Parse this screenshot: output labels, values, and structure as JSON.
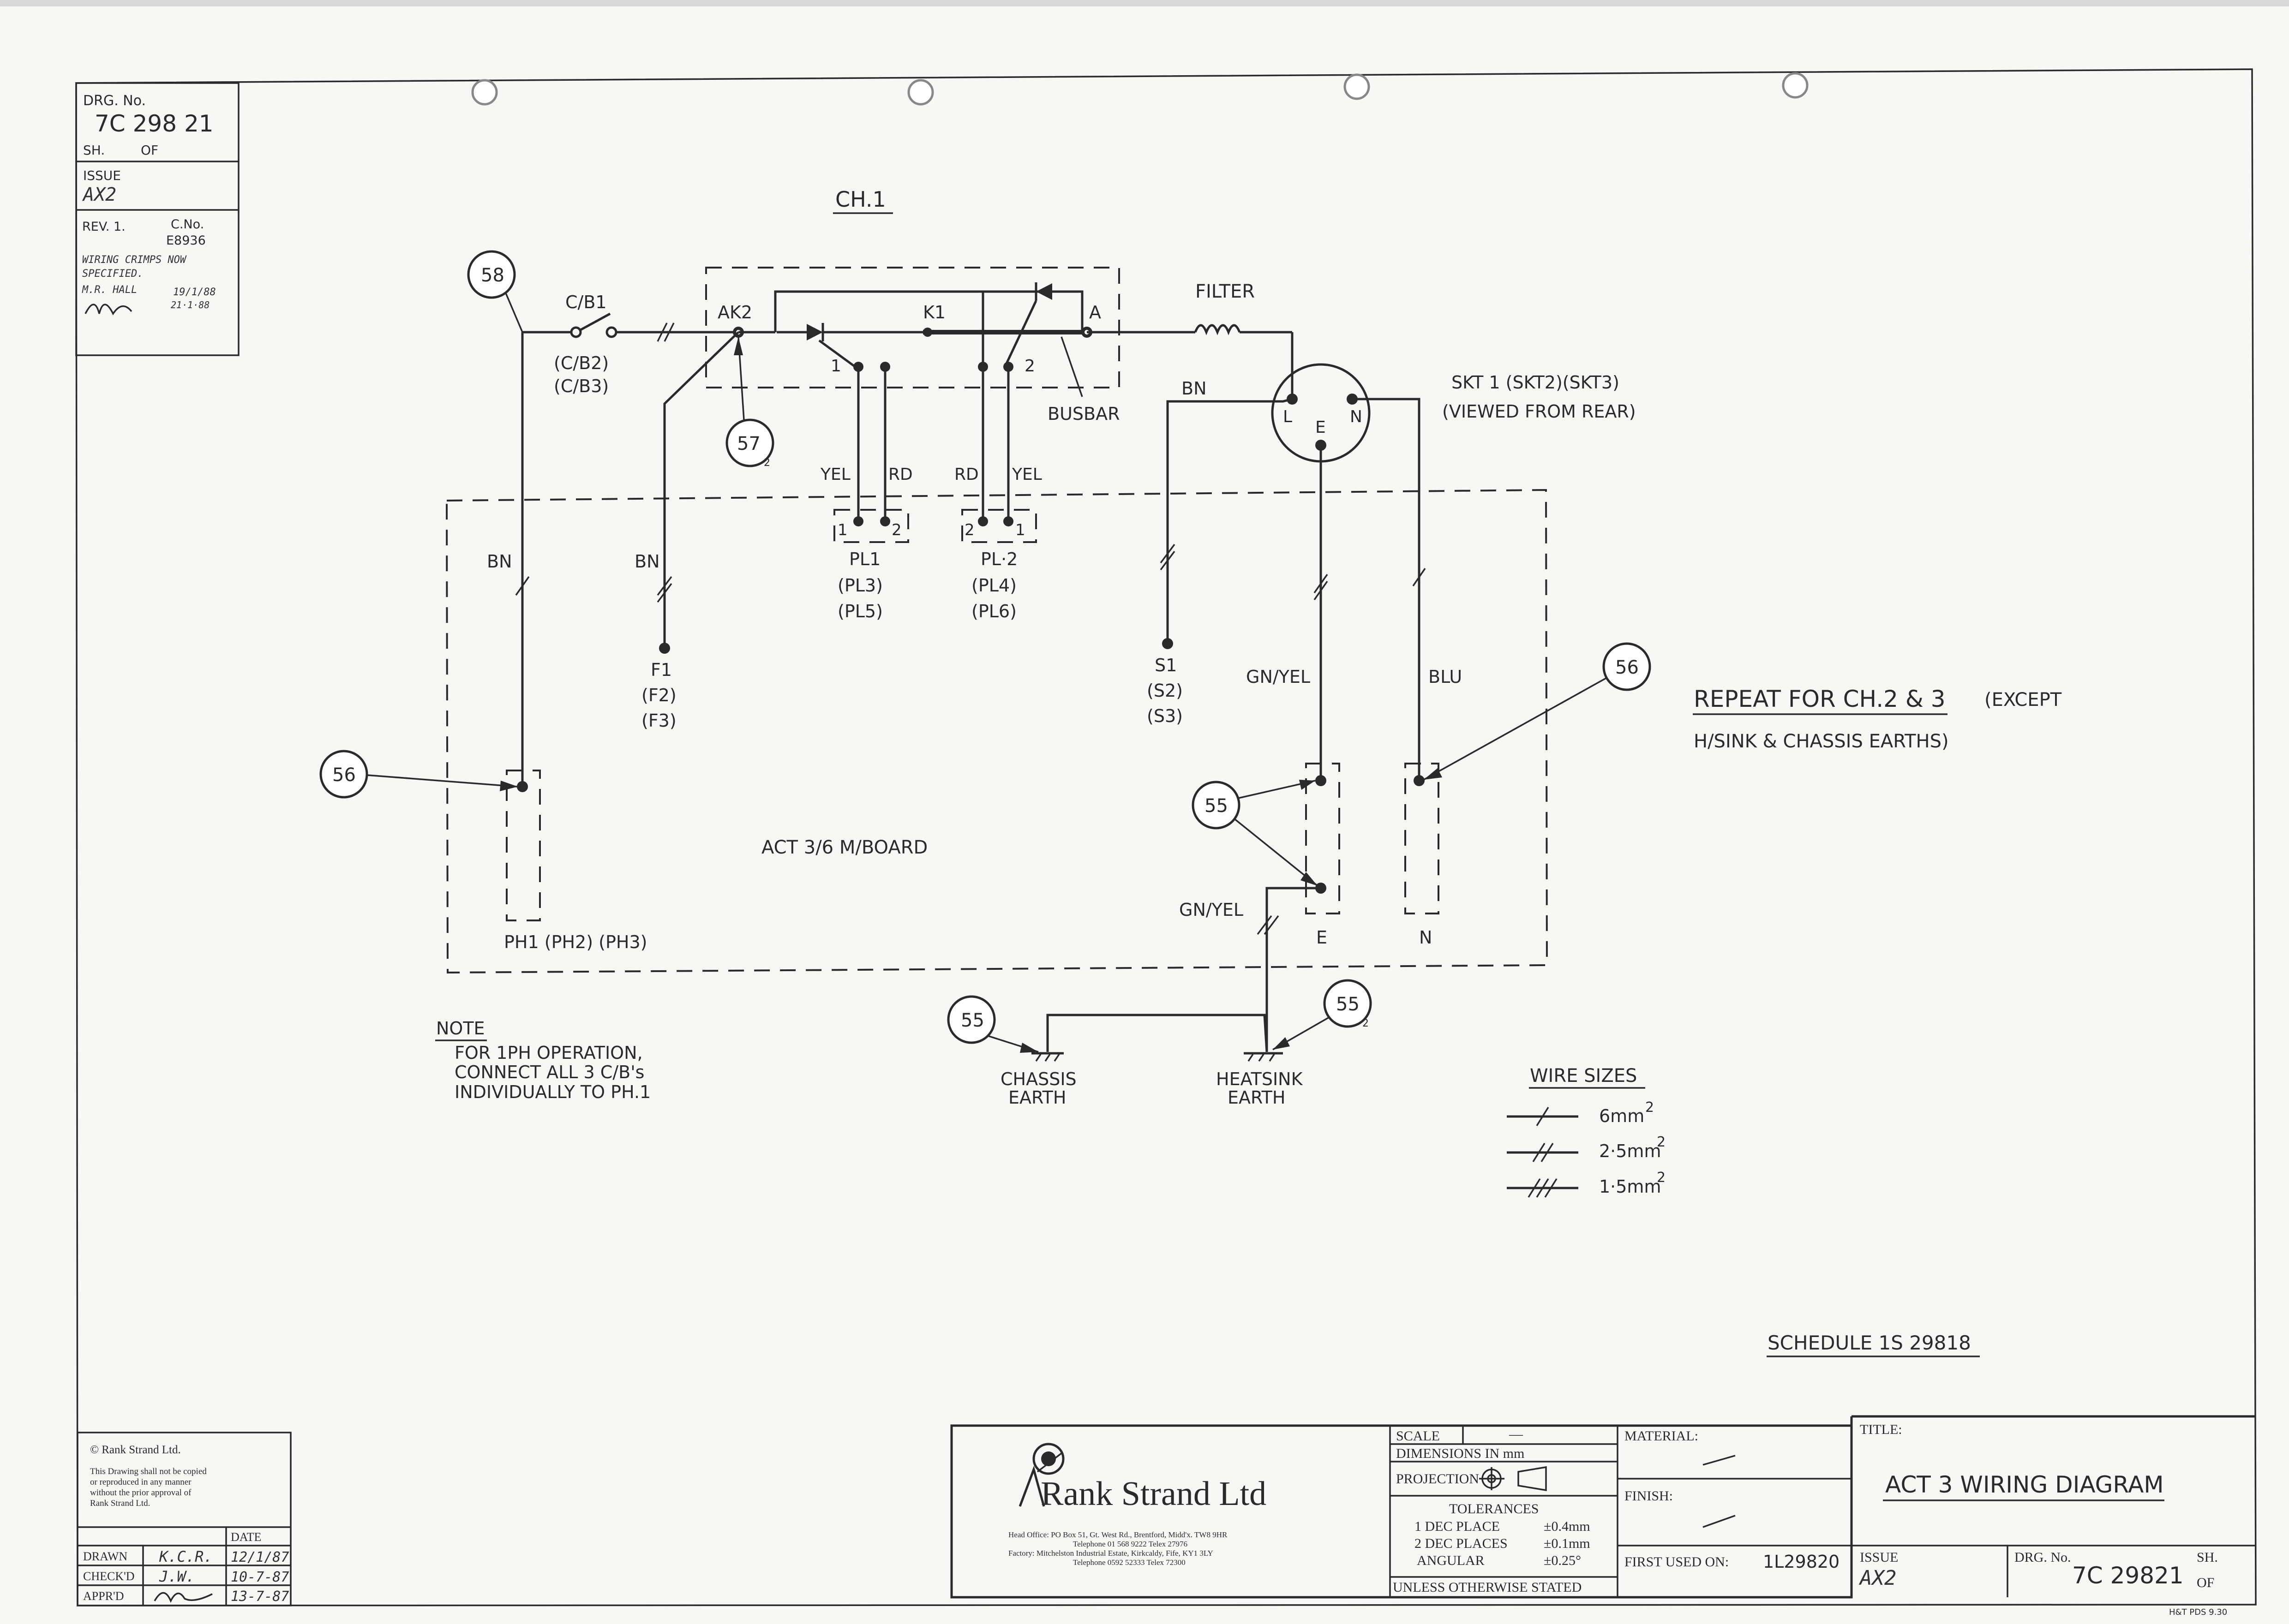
{
  "title_block": {
    "drg_label": "DRG. No.",
    "drg_no": "7C 298 21",
    "sh_label": "SH.",
    "of_label": "OF",
    "issue_label": "ISSUE",
    "issue_value": "AX2",
    "rev_label": "REV. 1.",
    "cno_label": "C.No.",
    "cno_value": "E8936",
    "rev_note_1": "WIRING CRIMPS NOW",
    "rev_note_2": "SPECIFIED.",
    "rev_name": "M.R. HALL",
    "rev_date_1": "19/1/88",
    "rev_date_2": "21·1·88"
  },
  "diagram": {
    "channel": "CH.1",
    "cb1": "C/B1",
    "cb2": "(C/B2)",
    "cb3": "(C/B3)",
    "ak2": "AK2",
    "k1": "K1",
    "a_label": "A",
    "filter": "FILTER",
    "busbar": "BUSBAR",
    "skt_line1": "SKT 1  (SKT2)(SKT3)",
    "skt_line2": "(VIEWED FROM REAR)",
    "skt_L": "L",
    "skt_E": "E",
    "skt_N": "N",
    "yel": "YEL",
    "rd": "RD",
    "bn": "BN",
    "pin1": "1",
    "pin2": "2",
    "pl1": "PL1",
    "pl3": "(PL3)",
    "pl5": "(PL5)",
    "pl2": "PL·2",
    "pl4": "(PL4)",
    "pl6": "(PL6)",
    "f1": "F1",
    "f2": "(F2)",
    "f3": "(F3)",
    "s1": "S1",
    "s2": "(S2)",
    "s3": "(S3)",
    "gnyel": "GN/YEL",
    "blu": "BLU",
    "board": "ACT 3/6 M/BOARD",
    "ph": "PH1  (PH2) (PH3)",
    "e_term": "E",
    "n_term": "N",
    "balloon_58": "58",
    "balloon_57": "57",
    "balloon_57_sub": "2",
    "balloon_56": "56",
    "balloon_55": "55",
    "balloon_55_sub": "2",
    "chassis_1": "CHASSIS",
    "chassis_2": "EARTH",
    "heatsink_1": "HEATSINK",
    "heatsink_2": "EARTH",
    "note_title": "NOTE",
    "note_1": "FOR 1PH OPERATION,",
    "note_2": "CONNECT ALL 3 C/B's",
    "note_3": "INDIVIDUALLY TO PH.1",
    "repeat_1": "REPEAT FOR  CH.2 & 3",
    "repeat_except": "(EXCEPT",
    "repeat_2": "H/SINK & CHASSIS EARTHS)",
    "wire_sizes": "WIRE SIZES",
    "wire_6": "6mm",
    "wire_25": "2·5mm",
    "wire_15": "1·5mm",
    "sup2": "2",
    "schedule": "SCHEDULE   1S 29818"
  },
  "copyright": {
    "owner": "© Rank Strand Ltd.",
    "line1": "This Drawing shall not be copied",
    "line2": "or reproduced in any manner",
    "line3": "without the prior approval of",
    "line4": "Rank Strand Ltd.",
    "date_label": "DATE",
    "drawn_label": "DRAWN",
    "checked_label": "CHECK'D",
    "approved_label": "APPR'D",
    "drawn_sig": "K.C.R.",
    "checked_sig": "J.W.",
    "drawn_date": "12/1/87",
    "checked_date": "10-7-87",
    "approved_date": "13-7-87"
  },
  "company": {
    "name": "Rank Strand Ltd",
    "addr1": "Head Office: PO Box 51, Gt. West Rd., Brentford, Midd'x. TW8 9HR",
    "addr2": "Telephone 01 568 9222  Telex 27976",
    "addr3": "Factory: Mitchelston Industrial Estate, Kirkcaldy, Fife, KY1 3LY",
    "addr4": "Telephone 0592 52333  Telex 72300"
  },
  "specs": {
    "scale_label": "SCALE",
    "scale_value": "—",
    "dims": "DIMENSIONS IN mm",
    "projection": "PROJECTION",
    "tolerances": "TOLERANCES",
    "tol1_label": "1 DEC PLACE",
    "tol1_value": "±0.4mm",
    "tol2_label": "2 DEC PLACES",
    "tol2_value": "±0.1mm",
    "tol3_label": "ANGULAR",
    "tol3_value": "±0.25°",
    "unless": "UNLESS OTHERWISE STATED",
    "material_label": "MATERIAL:",
    "finish_label": "FINISH:",
    "first_used_label": "FIRST USED ON:",
    "first_used_value": "1L29820",
    "title_label": "TITLE:",
    "title": "ACT 3 WIRING DIAGRAM",
    "issue_label": "ISSUE",
    "issue_value": "AX2",
    "drg_label": "DRG. No.",
    "drg_value": "7C 29821",
    "sh_label": "SH.",
    "of_label": "OF",
    "printer": "H&T  PDS 9.30"
  }
}
